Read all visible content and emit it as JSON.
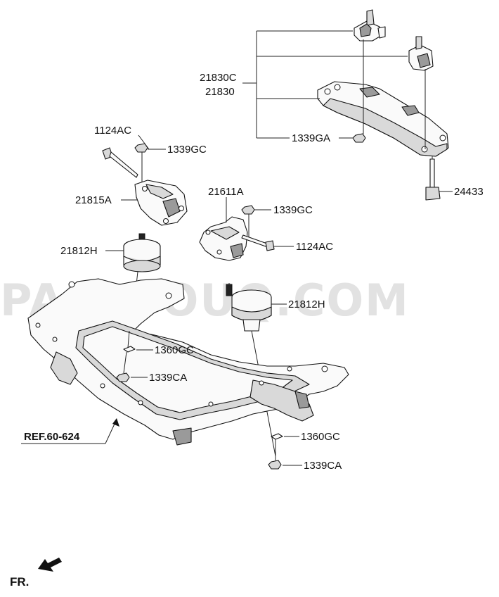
{
  "watermark": "PARTSOUQ.COM",
  "labels": {
    "p21830c": "21830C",
    "p21830": "21830",
    "p1339ga": "1339GA",
    "p24433": "24433",
    "p1124ac_left": "1124AC",
    "p1339gc_left": "1339GC",
    "p21815a": "21815A",
    "p21812h_left": "21812H",
    "p21611a": "21611A",
    "p1339gc_right": "1339GC",
    "p1124ac_right": "1124AC",
    "p21812h_right": "21812H",
    "p1360gc_center": "1360GC",
    "p1339ca_center": "1339CA",
    "p1360gc_bottom": "1360GC",
    "p1339ca_bottom": "1339CA",
    "ref": "REF.60-624",
    "fr": "FR."
  }
}
